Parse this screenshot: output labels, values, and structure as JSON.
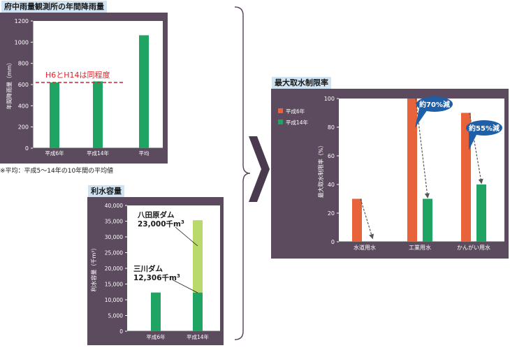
{
  "colors": {
    "green": "#1fa463",
    "lightgreen": "#b9d96a",
    "orange": "#e8623a",
    "panel": "#5c4a5e",
    "plot": "#ffffff",
    "axis": "#ffffff",
    "callout": "#1f5fa8",
    "dashed_red": "#e01f26"
  },
  "chart_data": [
    {
      "type": "bar",
      "title": "府中雨量観測所の年間降雨量",
      "categories": [
        "平成6年",
        "平成14年",
        "平均"
      ],
      "values": [
        620,
        630,
        1065
      ],
      "ylabel": "年間降雨量（mm）",
      "ylim": [
        0,
        1200
      ],
      "yticks": [
        0,
        200,
        400,
        600,
        800,
        1000,
        1200
      ],
      "reference_line": {
        "value": 620,
        "label": "H6とH14は同程度"
      },
      "note": "※平均：平成5～14年の10年間の平均値"
    },
    {
      "type": "bar",
      "title": "利水容量",
      "categories": [
        "平成6年",
        "平成14年"
      ],
      "series": [
        {
          "name": "三川ダム",
          "values": [
            12306,
            12306
          ]
        },
        {
          "name": "八田原ダム",
          "values": [
            0,
            23000
          ]
        }
      ],
      "annotations": [
        {
          "line1": "八田原ダム",
          "line2": "23,000千m",
          "sup": "3"
        },
        {
          "line1": "三川ダム",
          "line2": "12,306千m",
          "sup": "3"
        }
      ],
      "ylabel": "利水容量（千m³）",
      "ylim": [
        0,
        40000
      ],
      "yticks": [
        "0",
        "5,000",
        "10,000",
        "15,000",
        "20,000",
        "25,000",
        "30,000",
        "35,000",
        "40,000"
      ]
    },
    {
      "type": "bar",
      "title": "最大取水制限率",
      "categories": [
        "水道用水",
        "工業用水",
        "かんがい用水"
      ],
      "series": [
        {
          "name": "平成6年",
          "values": [
            30,
            100,
            90
          ]
        },
        {
          "name": "平成14年",
          "values": [
            0,
            30,
            40
          ]
        }
      ],
      "ylabel": "最大取水制限率（%）",
      "ylim": [
        0,
        100
      ],
      "yticks": [
        0,
        20,
        40,
        60,
        80,
        100
      ],
      "callouts": [
        "約70%減",
        "約55%減"
      ]
    }
  ]
}
